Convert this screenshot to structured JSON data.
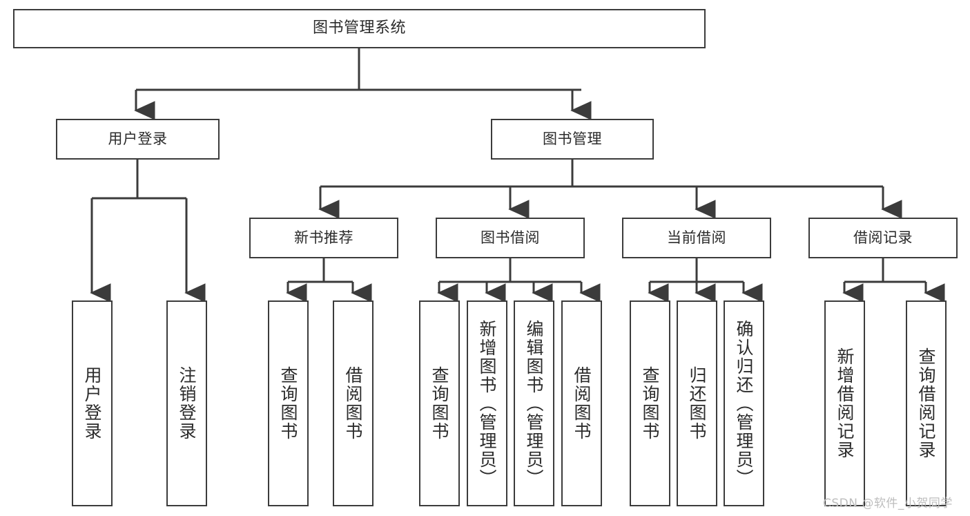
{
  "diagram": {
    "title": "图书管理系统",
    "type": "function-structure-tree",
    "background_color": "#ffffff",
    "border_color": "#3b3b3b",
    "text_color": "#2b2b2b"
  },
  "nodes": {
    "root": {
      "label": "图书管理系统"
    },
    "level1": [
      {
        "label": "用户登录"
      },
      {
        "label": "图书管理"
      }
    ],
    "level2": [
      {
        "label": "新书推荐"
      },
      {
        "label": "图书借阅"
      },
      {
        "label": "当前借阅"
      },
      {
        "label": "借阅记录"
      }
    ],
    "leaves_user_login": [
      {
        "label": "用户登录"
      },
      {
        "label": "注销登录"
      }
    ],
    "leaves_new_book": [
      {
        "label": "查询图书"
      },
      {
        "label": "借阅图书"
      }
    ],
    "leaves_borrow": [
      {
        "label": "查询图书"
      },
      {
        "label": "新增图书（管理员）"
      },
      {
        "label": "编辑图书（管理员）"
      },
      {
        "label": "借阅图书"
      }
    ],
    "leaves_current": [
      {
        "label": "查询图书"
      },
      {
        "label": "归还图书"
      },
      {
        "label": "确认归还（管理员）"
      }
    ],
    "leaves_records": [
      {
        "label": "新增借阅记录"
      },
      {
        "label": "查询借阅记录"
      }
    ]
  },
  "watermark": {
    "text": "CSDN @软件_小贺同学",
    "color": "#bdbdbd"
  }
}
